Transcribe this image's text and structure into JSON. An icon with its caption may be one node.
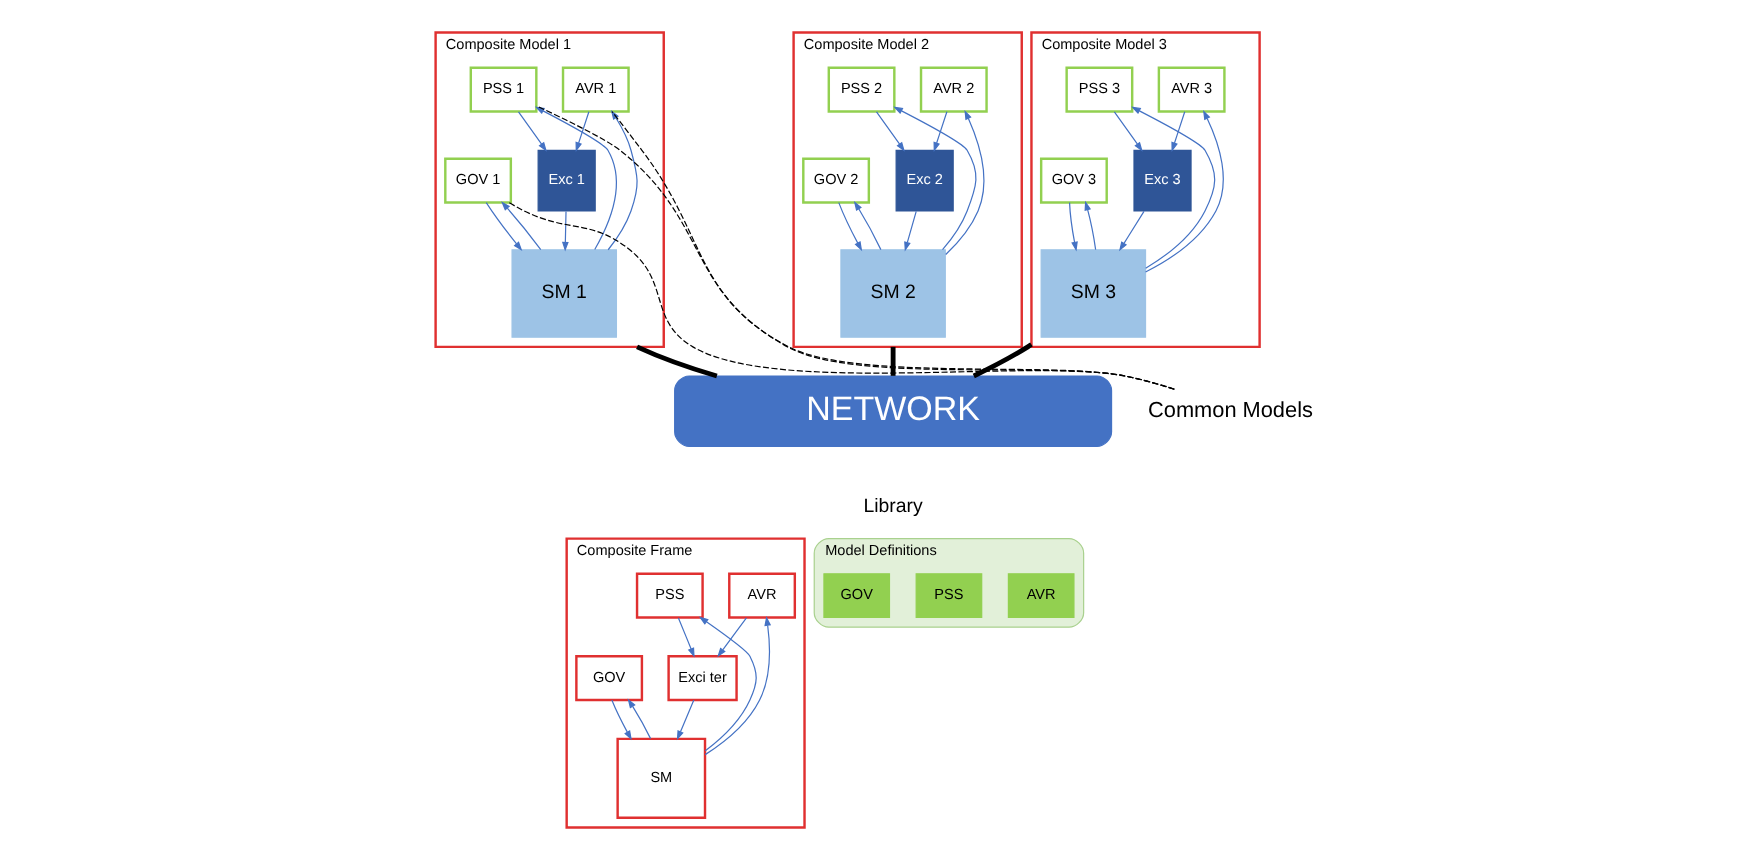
{
  "diagram": {
    "nodes": [
      {
        "text": [
          "Composite Model 1"
        ]
      },
      {
        "text": [
          "AVR 1"
        ],
        "in": 0
      },
      {
        "text": [
          "PSS 1"
        ],
        "in": 0
      },
      {
        "text": [
          "GOV 1"
        ],
        "in": 0
      },
      {
        "text": [
          "Exc 1"
        ],
        "in": 0
      },
      {
        "text": [
          "SM 1"
        ],
        "in": 0
      },
      {
        "text": [
          "Composite Model 2"
        ]
      },
      {
        "text": [
          "AVR 2"
        ],
        "in": 6
      },
      {
        "text": [
          "PSS 2"
        ],
        "in": 6
      },
      {
        "text": [
          "GOV 2"
        ],
        "in": 6
      },
      {
        "text": [
          "Exc 2"
        ],
        "in": 6
      },
      {
        "text": [
          "SM 2"
        ],
        "in": 6
      },
      {
        "text": [
          "Composite Model 3"
        ]
      },
      {
        "text": [
          "AVR 3"
        ],
        "in": 12
      },
      {
        "text": [
          "PSS 3"
        ],
        "in": 12
      },
      {
        "text": [
          "GOV 3"
        ],
        "in": 12
      },
      {
        "text": [
          "Exc 3"
        ],
        "in": 12
      },
      {
        "text": [
          "SM 3"
        ],
        "in": 12
      },
      {
        "text": [
          "Common Models"
        ]
      },
      {
        "text": [
          "NETWORK"
        ]
      },
      {
        "text": [
          "Composite Frame"
        ]
      },
      {
        "text": [
          "AVR"
        ],
        "in": 20
      },
      {
        "text": [
          "PSS"
        ],
        "in": 20
      },
      {
        "text": [
          "GOV"
        ],
        "in": 20
      },
      {
        "text": [
          "Exci ter"
        ],
        "in": 20
      },
      {
        "text": [
          "SM"
        ],
        "in": 20
      },
      {
        "text": [
          "Model Definitions"
        ]
      },
      {
        "text": [
          "AVR"
        ],
        "in": 26
      },
      {
        "text": [
          "PSS"
        ],
        "in": 26
      },
      {
        "text": [
          "GOV"
        ],
        "in": 26
      }
    ],
    "edges": [
      {
        "from": 1,
        "to": 4,
        "arrow": "to"
      },
      {
        "from": 2,
        "to": 4,
        "arrow": "to"
      },
      {
        "from": 4,
        "to": 5,
        "arrow": "to"
      },
      {
        "from": 3,
        "to": 5,
        "arrow": "to"
      },
      {
        "from": 5,
        "to": 1,
        "arrow": "to"
      },
      {
        "from": 5,
        "to": 2,
        "arrow": "to"
      },
      {
        "from": 5,
        "to": 3,
        "arrow": "to"
      },
      {
        "from": 7,
        "to": 10,
        "arrow": "to"
      },
      {
        "from": 8,
        "to": 10,
        "arrow": "to"
      },
      {
        "from": 10,
        "to": 11,
        "arrow": "to"
      },
      {
        "from": 9,
        "to": 11,
        "arrow": "to"
      },
      {
        "from": 11,
        "to": 7,
        "arrow": "to"
      },
      {
        "from": 11,
        "to": 8,
        "arrow": "to"
      },
      {
        "from": 11,
        "to": 9,
        "arrow": "to"
      },
      {
        "from": 13,
        "to": 16,
        "arrow": "to"
      },
      {
        "from": 14,
        "to": 16,
        "arrow": "to"
      },
      {
        "from": 16,
        "to": 17,
        "arrow": "to"
      },
      {
        "from": 15,
        "to": 17,
        "arrow": "to"
      },
      {
        "from": 17,
        "to": 13,
        "arrow": "to"
      },
      {
        "from": 17,
        "to": 14,
        "arrow": "to"
      },
      {
        "from": 17,
        "to": 15,
        "arrow": "to"
      },
      {
        "from": 18,
        "to": 1,
        "arrow": "none",
        "style": "dashed",
        "color": "#000000"
      },
      {
        "from": 18,
        "to": 2,
        "arrow": "none",
        "style": "dashed",
        "color": "#000000"
      },
      {
        "from": 18,
        "to": 3,
        "arrow": "none",
        "style": "dashed",
        "color": "#000000"
      },
      {
        "from": 0,
        "to": 19,
        "arrow": "none",
        "style": "thick",
        "color": "#000000"
      },
      {
        "from": 6,
        "to": 19,
        "arrow": "none",
        "style": "thick",
        "color": "#000000"
      },
      {
        "from": 12,
        "to": 19,
        "arrow": "none",
        "style": "thick",
        "color": "#000000"
      },
      {
        "from": 21,
        "to": 24,
        "arrow": "to"
      },
      {
        "from": 22,
        "to": 24,
        "arrow": "to"
      },
      {
        "from": 24,
        "to": 25,
        "arrow": "to"
      },
      {
        "from": 23,
        "to": 25,
        "arrow": "to"
      },
      {
        "from": 25,
        "to": 21,
        "arrow": "to"
      },
      {
        "from": 25,
        "to": 22,
        "arrow": "to"
      },
      {
        "from": 25,
        "to": 23,
        "arrow": "to"
      }
    ],
    "labels": [
      "Library"
    ]
  }
}
